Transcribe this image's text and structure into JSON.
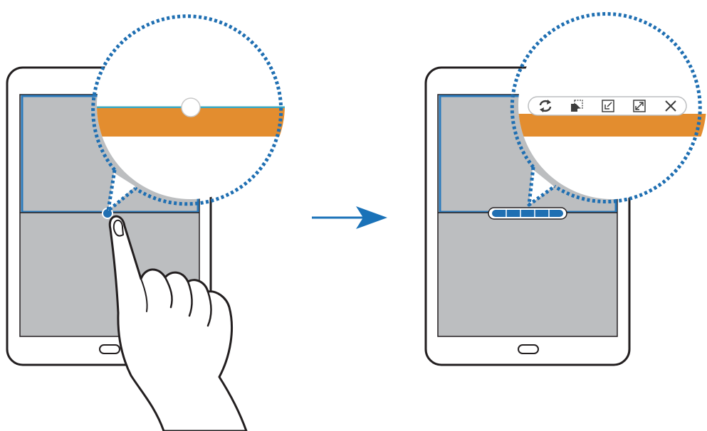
{
  "colors": {
    "outline": "#231f20",
    "screen": "#bcbec0",
    "window_border": "#2b7bbd",
    "divider_accent": "#1f6fb2",
    "magnifier_dots": "#1f6fb2",
    "orange_bar": "#e38d2f",
    "teal_line": "#3aa8c1",
    "arrow": "#1a72b8",
    "background": "#ffffff"
  },
  "steps": [
    {
      "name": "drag-divider-handle",
      "hand_gesture": "tap-and-hold",
      "magnified": "divider-handle-circle"
    },
    {
      "name": "divider-options",
      "magnified": "window-controls",
      "controls": [
        {
          "icon": "switch-windows-icon"
        },
        {
          "icon": "share-content-icon"
        },
        {
          "icon": "minimize-window-icon"
        },
        {
          "icon": "maximize-window-icon"
        },
        {
          "icon": "close-app-icon"
        }
      ]
    }
  ],
  "transition_arrow": "arrow-right-icon"
}
